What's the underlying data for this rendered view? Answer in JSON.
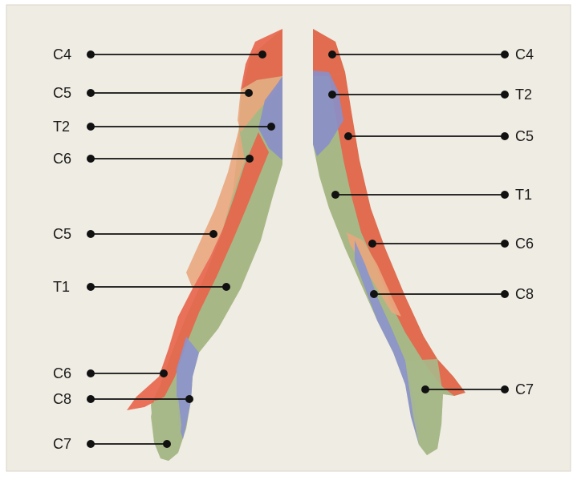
{
  "colors": {
    "panel_bg": "#efece3",
    "panel_border": "#d9d5c8",
    "c4_red": "#e8644a",
    "c5_orange": "#e9a77e",
    "t2_blue": "#8a8fc9",
    "c6_red": "#e8644a",
    "t1_green": "#9fb27b",
    "c8_blue": "#8c93cc",
    "c7_green": "#a8b98a",
    "leader": "#111111"
  },
  "left_arm": {
    "labels": [
      {
        "id": "c4",
        "text": "C4"
      },
      {
        "id": "c5a",
        "text": "C5"
      },
      {
        "id": "t2",
        "text": "T2"
      },
      {
        "id": "c6a",
        "text": "C6"
      },
      {
        "id": "c5b",
        "text": "C5"
      },
      {
        "id": "t1",
        "text": "T1"
      },
      {
        "id": "c6b",
        "text": "C6"
      },
      {
        "id": "c8",
        "text": "C8"
      },
      {
        "id": "c7",
        "text": "C7"
      }
    ]
  },
  "right_arm": {
    "labels": [
      {
        "id": "c4",
        "text": "C4"
      },
      {
        "id": "t2",
        "text": "T2"
      },
      {
        "id": "c5",
        "text": "C5"
      },
      {
        "id": "t1",
        "text": "T1"
      },
      {
        "id": "c6",
        "text": "C6"
      },
      {
        "id": "c8",
        "text": "C8"
      },
      {
        "id": "c7",
        "text": "C7"
      }
    ]
  }
}
